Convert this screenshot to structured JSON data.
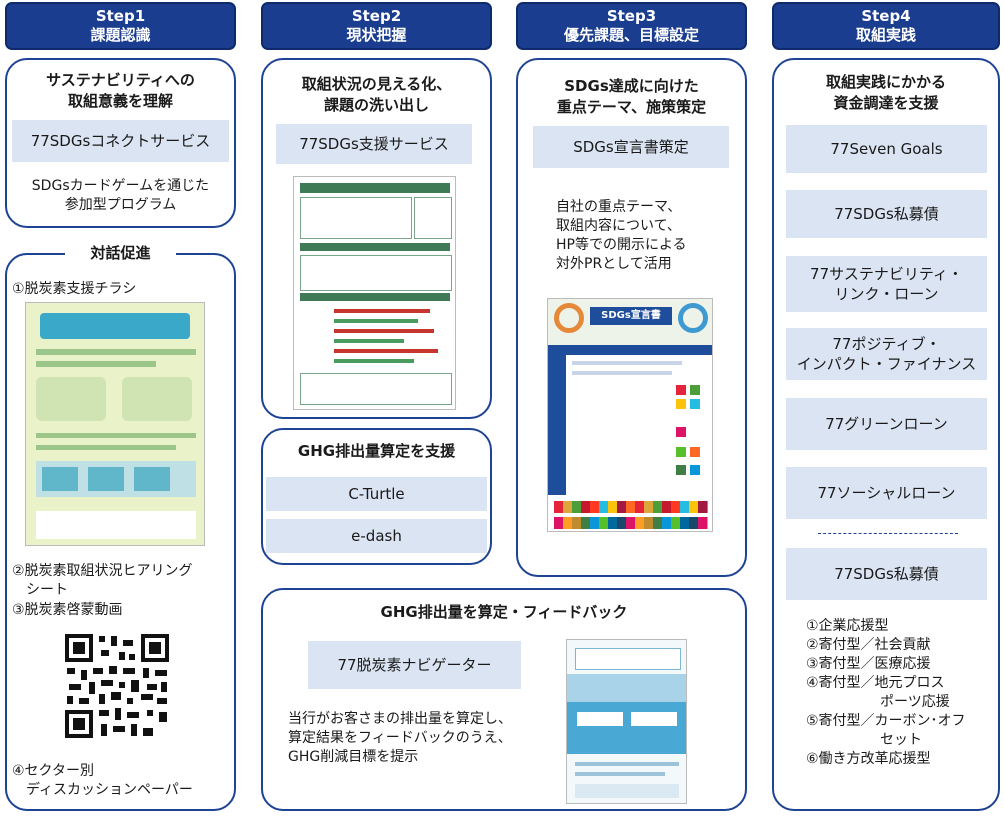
{
  "steps": [
    {
      "label": "Step1",
      "title": "課題認識"
    },
    {
      "label": "Step2",
      "title": "現状把握"
    },
    {
      "label": "Step3",
      "title": "優先課題、目標設定"
    },
    {
      "label": "Step4",
      "title": "取組実践"
    }
  ],
  "col1": {
    "card1_title_1": "サステナビリティへの",
    "card1_title_2": "取組意義を理解",
    "card1_service": "77SDGsコネクトサービス",
    "card1_desc_1": "SDGsカードゲームを通じた",
    "card1_desc_2": "参加型プログラム",
    "card2_title": "対話促進",
    "item1": "①脱炭素支援チラシ",
    "item2_1": "②脱炭素取組状況ヒアリング",
    "item2_2": "シート",
    "item3": "③脱炭素啓蒙動画",
    "item4_1": "④セクター別",
    "item4_2": "ディスカッションペーパー"
  },
  "col2": {
    "card1_title_1": "取組状況の見える化、",
    "card1_title_2": "課題の洗い出し",
    "card1_service": "77SDGs支援サービス",
    "card2_title": "GHG排出量算定を支援",
    "card2_service1": "C-Turtle",
    "card2_service2": "e-dash"
  },
  "col3": {
    "card1_title_1": "SDGs達成に向けた",
    "card1_title_2": "重点テーマ、施策策定",
    "card1_service": "SDGs宣言書策定",
    "desc_1": "自社の重点テーマ、",
    "desc_2": "取組内容について、",
    "desc_3": "HP等での開示による",
    "desc_4": "対外PRとして活用",
    "thumb_header": "SDGs宣言書"
  },
  "wide": {
    "title": "GHG排出量を算定・フィードバック",
    "service": "77脱炭素ナビゲーター",
    "desc_1": "当行がお客さまの排出量を算定し、",
    "desc_2": "算定結果をフィードバックのうえ、",
    "desc_3": "GHG削減目標を提示"
  },
  "col4": {
    "title_1": "取組実践にかかる",
    "title_2": "資金調達を支援",
    "s1": "77Seven Goals",
    "s2": "77SDGs私募債",
    "s3_1": "77サステナビリティ・",
    "s3_2": "リンク・ローン",
    "s4_1": "77ポジティブ・",
    "s4_2": "インパクト・ファイナンス",
    "s5": "77グリーンローン",
    "s6": "77ソーシャルローン",
    "s7": "77SDGs私募債",
    "t1": "①企業応援型",
    "t2": "②寄付型／社会貢献",
    "t3": "③寄付型／医療応援",
    "t4_1": "④寄付型／地元プロス",
    "t4_2": "ポーツ応援",
    "t5_1": "⑤寄付型／カーボン･オフ",
    "t5_2": "セット",
    "t6": "⑥働き方改革応援型"
  },
  "colors": {
    "step_bg": "#1a3d8f",
    "border": "#1f4393",
    "service_bg": "#dbe4f3"
  }
}
